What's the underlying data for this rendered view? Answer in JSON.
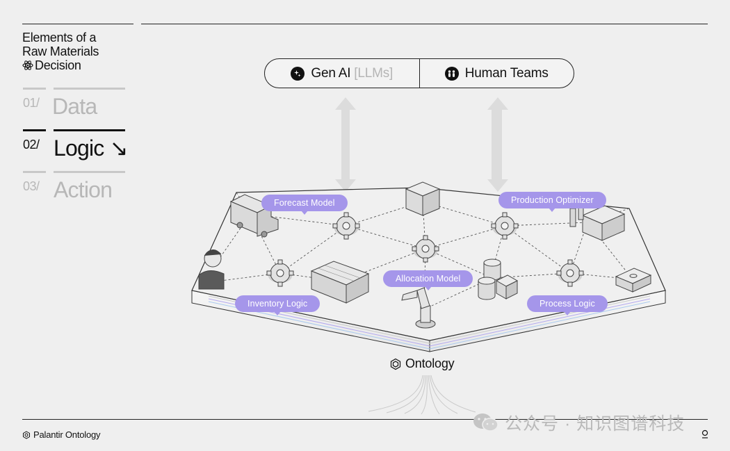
{
  "sidebar": {
    "title_lines": [
      "Elements of a",
      "Raw Materials",
      "Decision"
    ],
    "steps": [
      {
        "num": "01/",
        "label": "Data"
      },
      {
        "num": "02/",
        "label": "Logic ↘"
      },
      {
        "num": "03/",
        "label": "Action"
      }
    ]
  },
  "top_pill": {
    "left_label": "Gen AI",
    "left_suffix": "[LLMs]",
    "right_label": "Human Teams"
  },
  "diagram": {
    "tags": {
      "forecast": "Forecast Model",
      "production": "Production Optimizer",
      "allocation": "Allocation Model",
      "inventory": "Inventory Logic",
      "process": "Process Logic"
    },
    "ontology_label": "Ontology"
  },
  "footer": {
    "brand": "Palantir Ontology",
    "watermark": "公众号 · 知识图谱科技"
  },
  "colors": {
    "accent": "#a596ea",
    "background": "#efefef",
    "arrow": "#dedede"
  }
}
